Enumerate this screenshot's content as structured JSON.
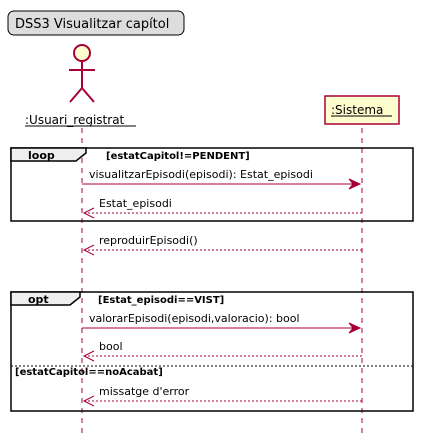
{
  "diagram": {
    "title": "DSS3 Visualitzar capítol",
    "participants": [
      {
        "id": "user",
        "kind": "actor",
        "label": ":Usuari_registrat"
      },
      {
        "id": "system",
        "kind": "participant",
        "label": ":Sistema"
      }
    ],
    "fragments": [
      {
        "operator": "loop",
        "guard": "[estatCapitol!=PENDENT]",
        "messages": [
          {
            "label": "visualitzarEpisodi(episodi): Estat_episodi",
            "from": "user",
            "to": "system",
            "style": "solid"
          },
          {
            "label": "Estat_episodi",
            "from": "system",
            "to": "user",
            "style": "dashed"
          }
        ]
      },
      {
        "operator": "opt",
        "guard": "[Estat_episodi==VIST]",
        "messages": [
          {
            "label": "valorarEpisodi(episodi,valoracio): bool",
            "from": "user",
            "to": "system",
            "style": "solid"
          },
          {
            "label": "bool",
            "from": "system",
            "to": "user",
            "style": "dashed"
          }
        ],
        "else_guard": "[estatCapitol==noAcabat]",
        "else_messages": [
          {
            "label": "missatge d'error",
            "from": "system",
            "to": "user",
            "style": "dashed"
          }
        ]
      }
    ],
    "between_messages": [
      {
        "label": "reproduirEpisodi()",
        "from": "system",
        "to": "user",
        "style": "dashed"
      }
    ],
    "colors": {
      "line": "#A80036",
      "participant_fill": "#FEFECE",
      "title_fill": "#DDDDDD",
      "fragment_tab_fill": "#EEEEEE"
    }
  }
}
